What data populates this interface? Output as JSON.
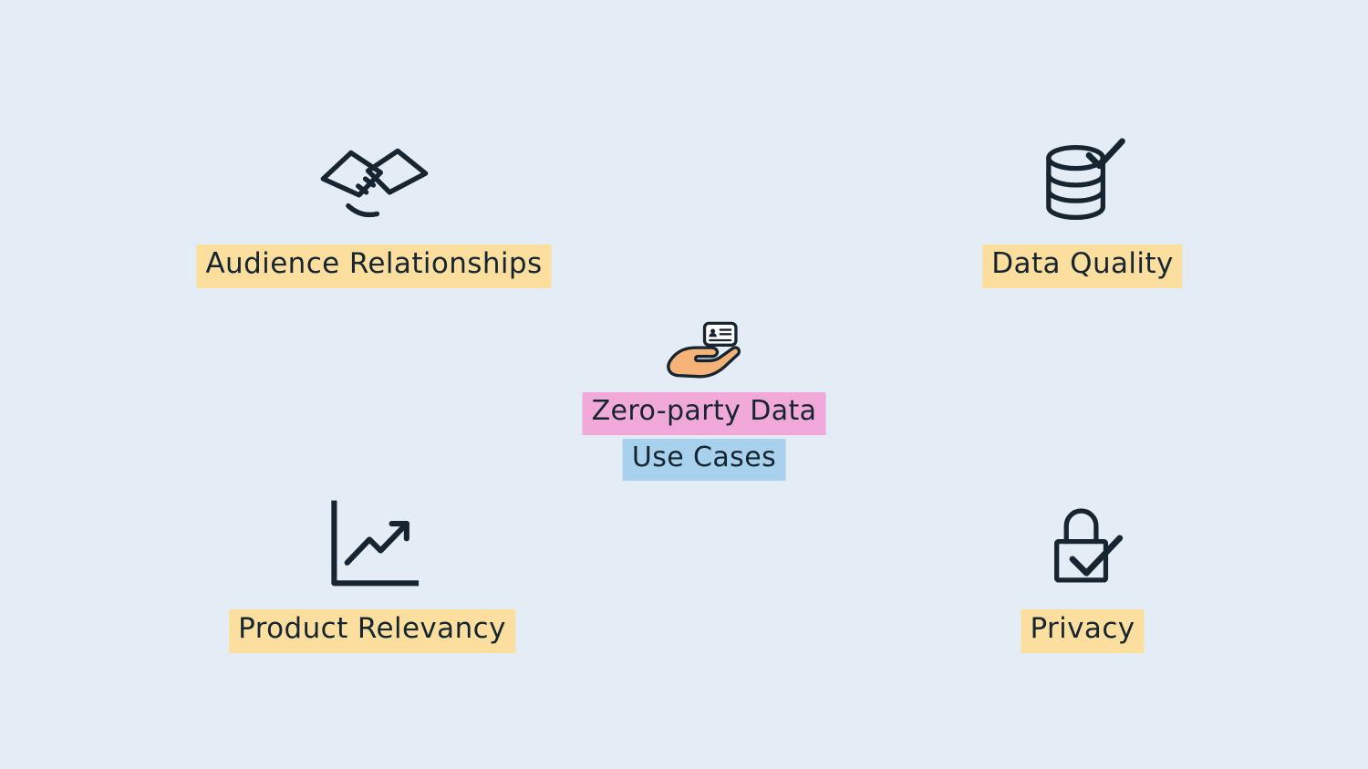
{
  "canvas": {
    "background": "#e4edf5",
    "text_color": "#172530"
  },
  "center": {
    "icon": "hand-holding-id-card-icon",
    "line1": "Zero-party Data",
    "line2": "Use Cases",
    "line1_highlight": "#f0a9d9",
    "line2_highlight": "#a7d1ec",
    "hand_fill": "#f6b378"
  },
  "nodes": [
    {
      "label": "Audience Relationships",
      "icon": "handshake-icon",
      "highlight": "#fcdf9f"
    },
    {
      "label": "Data Quality",
      "icon": "database-check-icon",
      "highlight": "#fcdf9f"
    },
    {
      "label": "Product Relevancy",
      "icon": "chart-growth-icon",
      "highlight": "#fcdf9f"
    },
    {
      "label": "Privacy",
      "icon": "lock-check-icon",
      "highlight": "#fcdf9f"
    }
  ]
}
